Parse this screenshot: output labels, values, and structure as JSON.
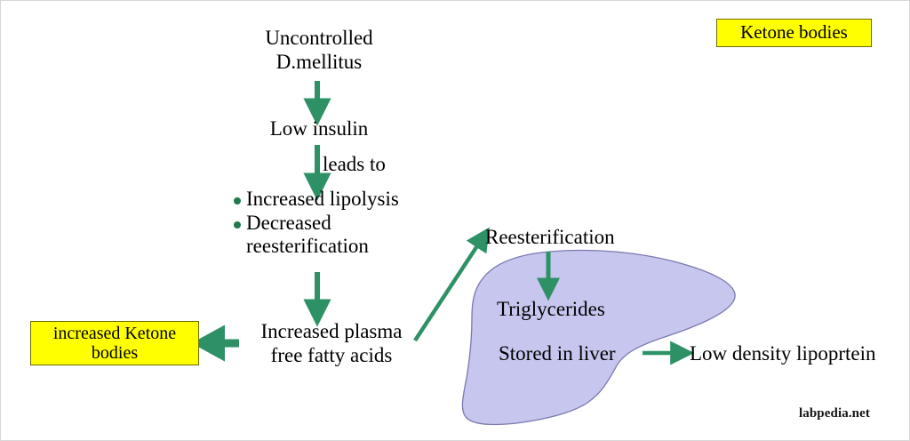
{
  "diagram": {
    "title_badge": "Ketone bodies",
    "watermark": "labpedia.net",
    "colors": {
      "highlight_fill": "#ffff00",
      "highlight_border": "#6b6b00",
      "arrow_green": "#2e9166",
      "bullet_green": "#1f7a4d",
      "liver_fill": "#c6c6ee",
      "liver_stroke": "#7a7ab0",
      "background": "#ffffff",
      "text": "#000000"
    },
    "nodes": {
      "uncontrolled_dm": {
        "line1": "Uncontrolled",
        "line2": "D.mellitus"
      },
      "low_insulin": {
        "line1": "Low insulin"
      },
      "leads_to": "leads to",
      "effects": [
        {
          "bullet": "•",
          "label": "Increased lipolysis"
        },
        {
          "bullet": "•",
          "label": "Decreased reesterification"
        }
      ],
      "increased_plasma_ffa": {
        "line1": "Increased plasma",
        "line2": "free fatty acids"
      },
      "increased_ketone_bodies": {
        "line1": "increased Ketone",
        "line2": "bodies"
      },
      "reesterification": "Reesterification",
      "triglycerides": "Triglycerides",
      "stored_in_liver": "Stored in liver",
      "low_density_lipoprotein": "Low density lipoprtein"
    },
    "organ": {
      "name": "liver",
      "label": "liver-shape"
    },
    "arrows": [
      {
        "id": "dm-to-insulin",
        "from": "Uncontrolled D.mellitus",
        "to": "Low insulin",
        "direction": "down"
      },
      {
        "id": "insulin-to-effects",
        "from": "Low insulin",
        "to": "Increased lipolysis",
        "direction": "down",
        "label": "leads to"
      },
      {
        "id": "effects-to-ffa",
        "from": "Decreased reesterification",
        "to": "Increased plasma free fatty acids",
        "direction": "down"
      },
      {
        "id": "ffa-to-ketone",
        "from": "Increased plasma free fatty acids",
        "to": "increased Ketone bodies",
        "direction": "left"
      },
      {
        "id": "ffa-to-reesterification",
        "from": "Increased plasma free fatty acids",
        "to": "Reesterification",
        "direction": "up-right"
      },
      {
        "id": "reesterification-to-triglycerides",
        "from": "Reesterification",
        "to": "Triglycerides",
        "direction": "down"
      },
      {
        "id": "liver-to-ldl",
        "from": "Stored in liver",
        "to": "Low density lipoprtein",
        "direction": "right"
      }
    ]
  }
}
